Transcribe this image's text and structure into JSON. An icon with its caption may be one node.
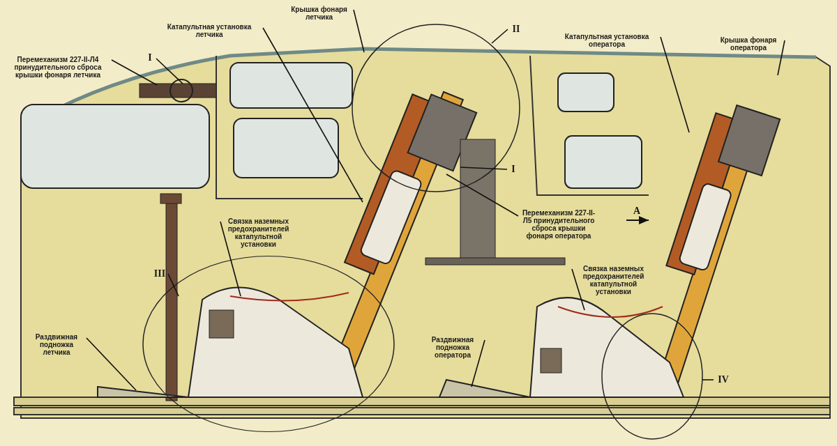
{
  "diagram": {
    "nodes": [
      {
        "text": [
          "Крышка фонаря летчика"
        ]
      },
      {
        "text": [
          "Катапультная установка летчика"
        ]
      },
      {
        "text": [
          "II"
        ]
      },
      {
        "text": [
          "Катапультная установка оператора"
        ]
      },
      {
        "text": [
          "Крышка фонаря оператора"
        ]
      },
      {
        "text": [
          "Перемеханизм 227-II-Л4 принудительного сброса крышки фонаря летчика"
        ]
      },
      {
        "text": [
          "I"
        ]
      },
      {
        "text": [
          "I"
        ]
      },
      {
        "text": [
          "Перемеханизм 227-II-Л5 принудительного сброса крышки фонаря оператора"
        ]
      },
      {
        "text": [
          "Связка наземных предохранителей катапультной установки"
        ]
      },
      {
        "text": [
          "III"
        ]
      },
      {
        "text": [
          "Связка наземных предохранителей катапультной установки"
        ]
      },
      {
        "text": [
          "Раздвижная подножка летчика"
        ]
      },
      {
        "text": [
          "Раздвижная подножка оператора"
        ]
      },
      {
        "text": [
          "IV"
        ]
      }
    ],
    "edges": [
      {
        "from": 0,
        "to": null,
        "arrow": "none"
      },
      {
        "from": 1,
        "to": null,
        "arrow": "none"
      },
      {
        "from": 2,
        "to": null,
        "arrow": "none"
      },
      {
        "from": 3,
        "to": null,
        "arrow": "none"
      },
      {
        "from": 4,
        "to": null,
        "arrow": "none"
      },
      {
        "from": 5,
        "to": null,
        "arrow": "none"
      },
      {
        "from": 6,
        "to": null,
        "arrow": "none"
      },
      {
        "from": 7,
        "to": null,
        "arrow": "none"
      },
      {
        "from": 8,
        "to": null,
        "arrow": "none"
      },
      {
        "from": 9,
        "to": null,
        "arrow": "none"
      },
      {
        "from": 10,
        "to": null,
        "arrow": "none"
      },
      {
        "from": 11,
        "to": null,
        "arrow": "none"
      },
      {
        "from": 12,
        "to": null,
        "arrow": "none"
      },
      {
        "from": 13,
        "to": null,
        "arrow": "none"
      },
      {
        "from": 14,
        "to": null,
        "arrow": "none"
      }
    ],
    "labels": [
      "A"
    ]
  }
}
